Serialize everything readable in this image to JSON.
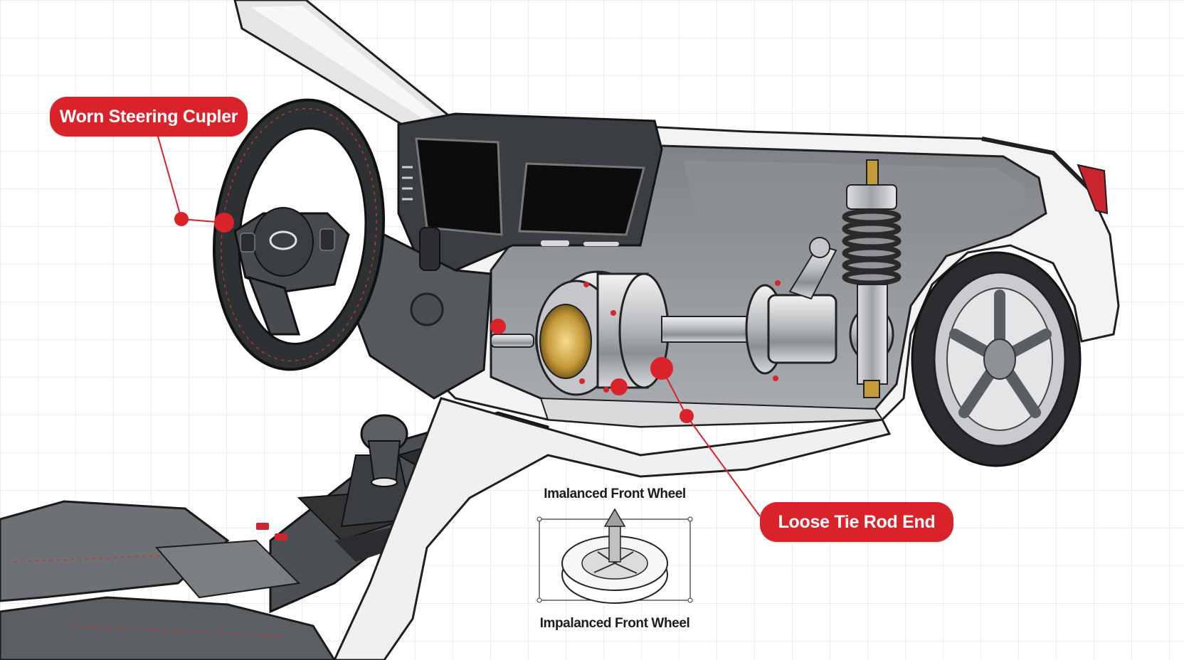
{
  "callouts": {
    "steering_coupler": "Worn Steering Cupler",
    "tie_rod": "Loose Tie Rod End"
  },
  "inset": {
    "caption_top": "Imalanced Front Wheel",
    "caption_bottom": "Impalanced Front Wheel"
  },
  "colors": {
    "accent_red": "#d9222a",
    "body_white": "#f4f4f4",
    "interior_gray": "#5f6266",
    "dark_trim": "#2e3134",
    "grid_line": "#ececec"
  }
}
